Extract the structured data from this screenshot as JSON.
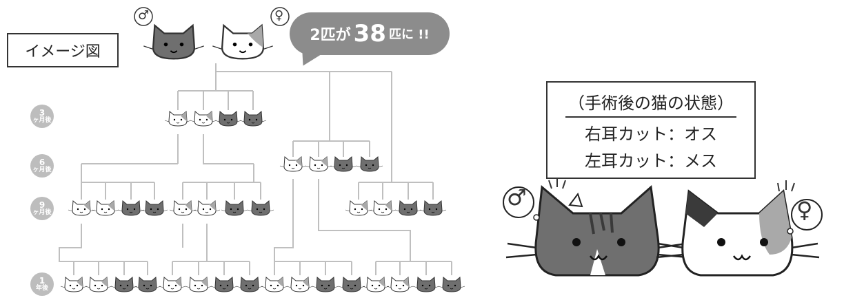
{
  "title_label": "イメージ図",
  "bubble": {
    "prefix": "2匹が",
    "number": "38",
    "suffix": "匹に !!"
  },
  "periods": [
    {
      "num": "3",
      "unit": "ヶ月後"
    },
    {
      "num": "6",
      "unit": "ヶ月後"
    },
    {
      "num": "9",
      "unit": "ヶ月後"
    },
    {
      "num": "1",
      "unit": "年後"
    }
  ],
  "male_symbol": "♂",
  "female_symbol": "♀",
  "info": {
    "heading": "（手術後の猫の状態）",
    "line1": "右耳カット：オス",
    "line2": "左耳カット：メス"
  },
  "colors": {
    "line": "#bfbfbf",
    "tabby": "#6f6f6f",
    "calico_patch": "#a9a9a9",
    "bubble": "#8c8c8c"
  }
}
